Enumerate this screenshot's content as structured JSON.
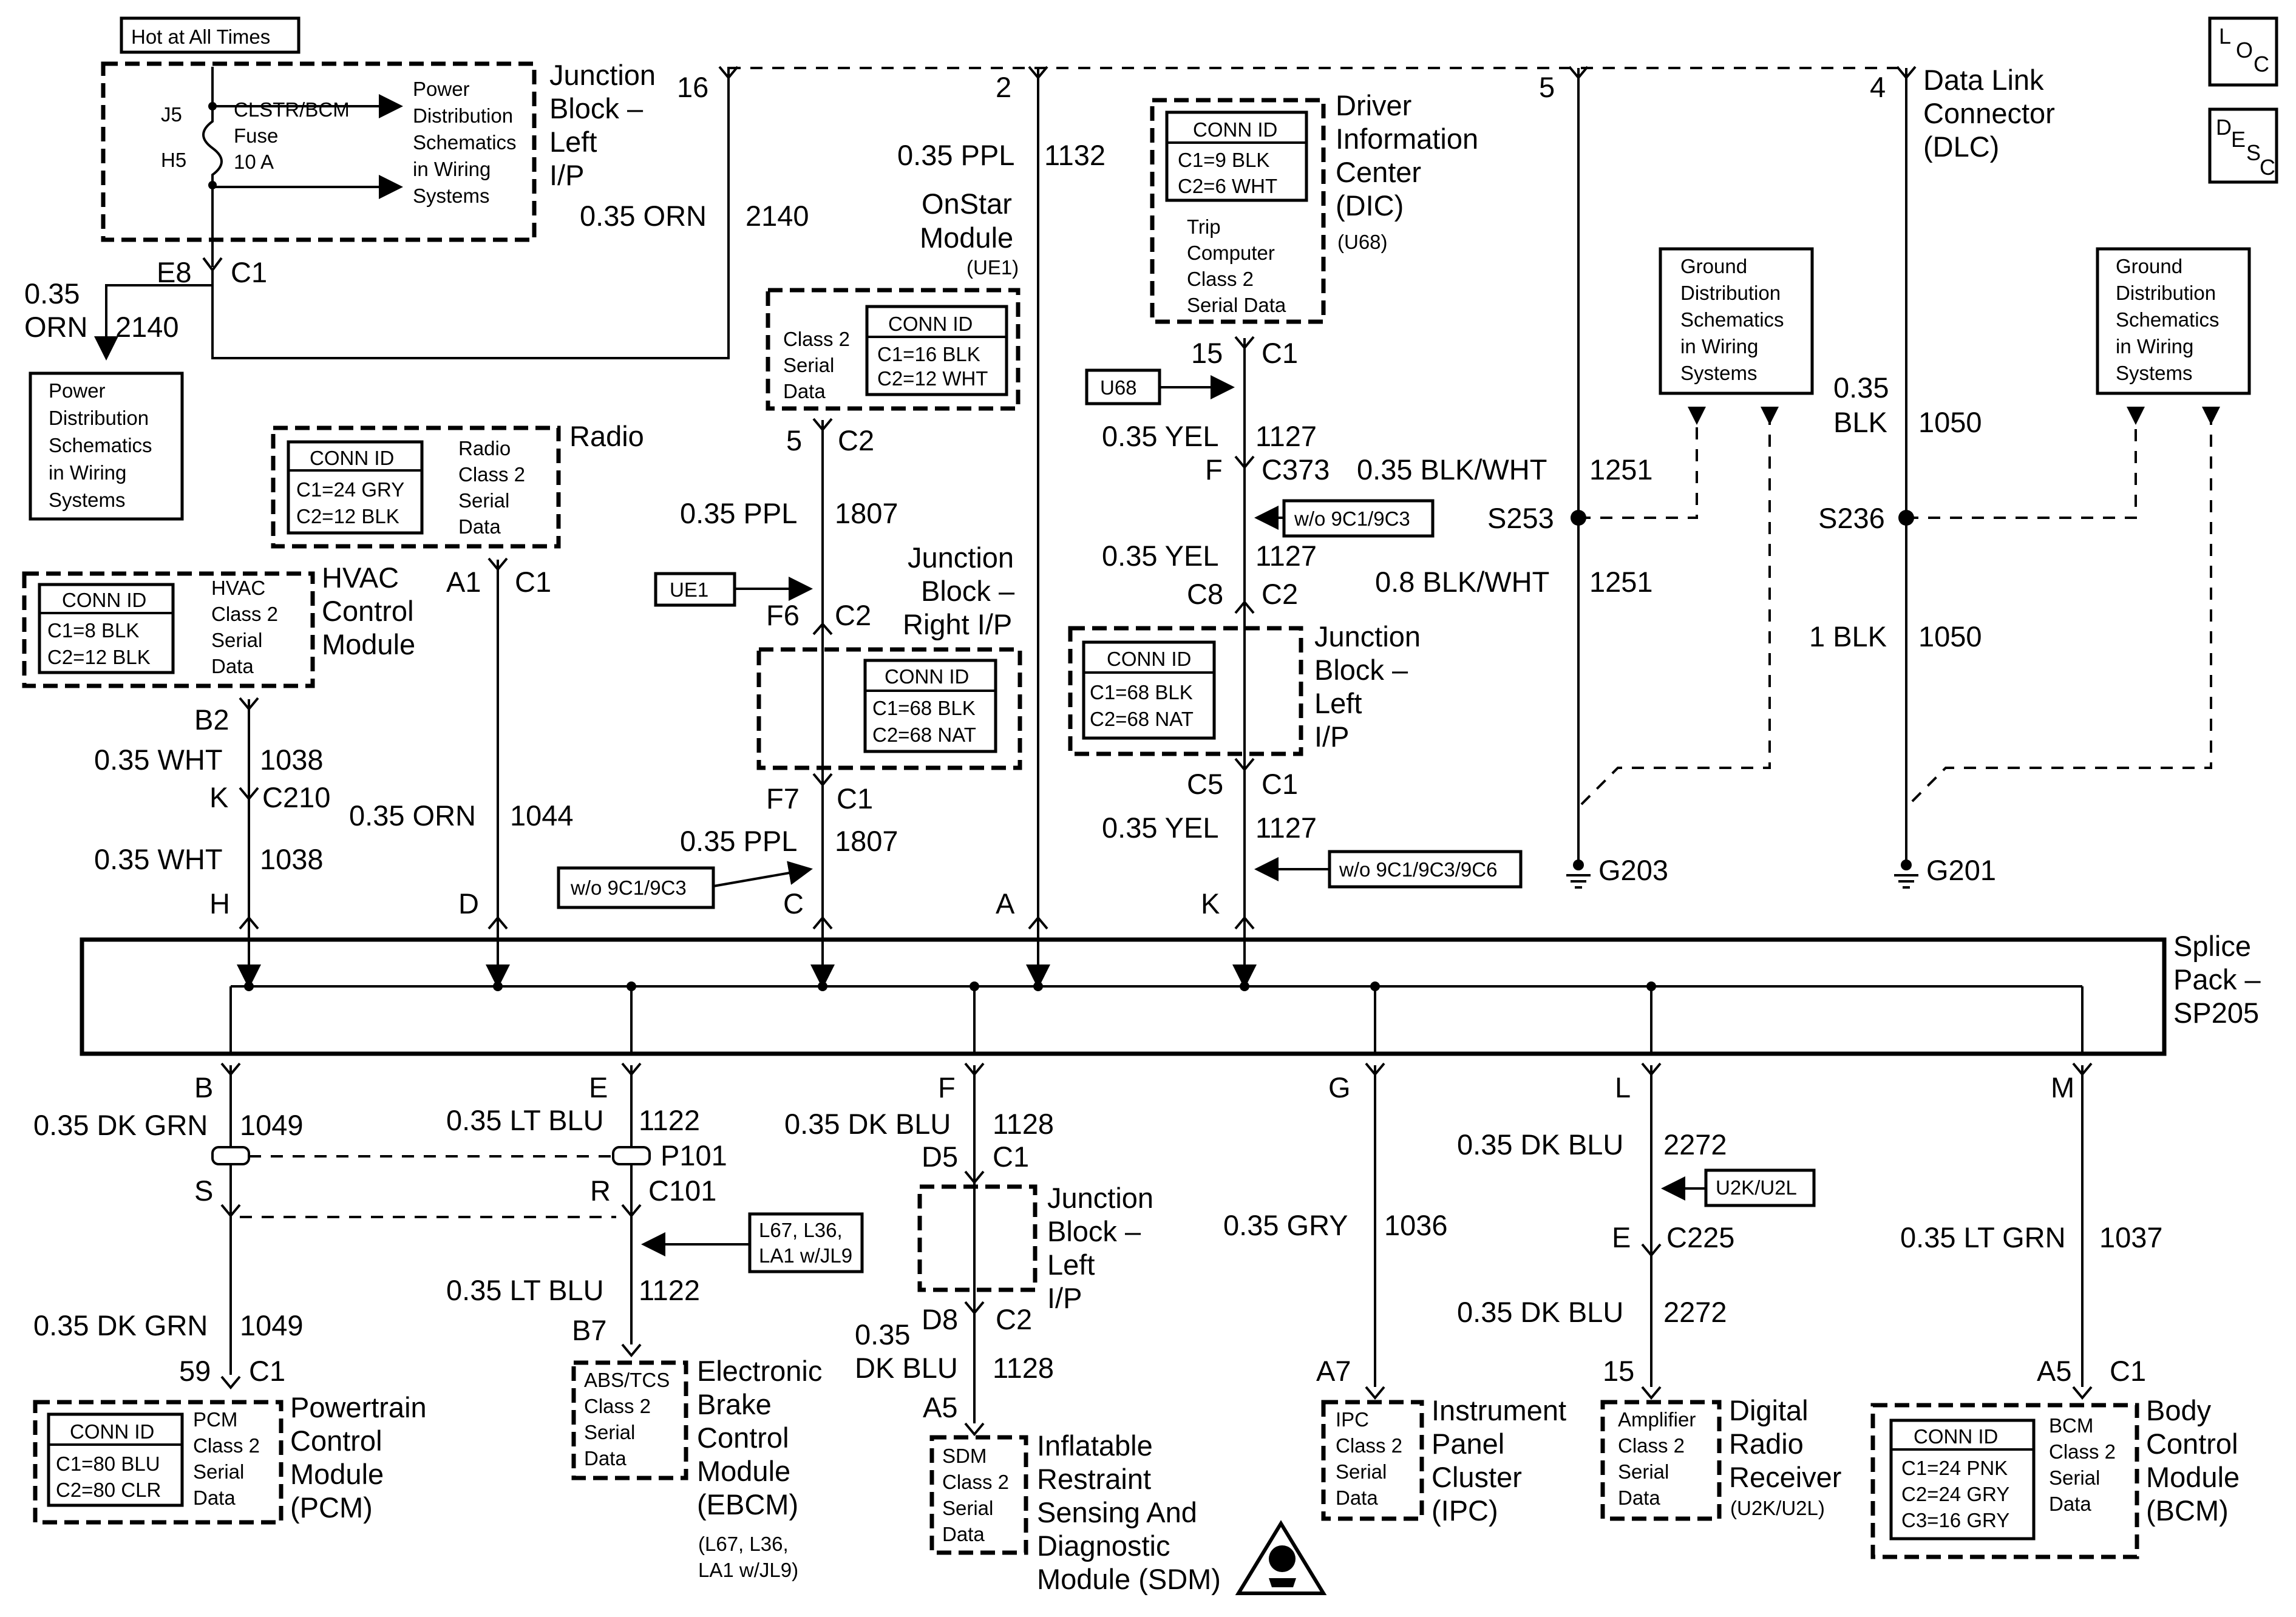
{
  "hot_at_all_times": "Hot at All Times",
  "fuse": {
    "j5": "J5",
    "h5": "H5",
    "name": "CLSTR/BCM",
    "word": "Fuse",
    "rating": "10 A",
    "pd1": [
      "Power",
      "Distribution",
      "Schematics",
      "in Wiring",
      "Systems"
    ]
  },
  "jb_left_top": {
    "title": [
      "Junction",
      "Block –",
      "Left",
      "I/P"
    ],
    "pin16": "16",
    "wire_size": "0.35 ORN",
    "circuit": "2140",
    "e8": "E8",
    "c1": "C1",
    "left_size": [
      "0.35",
      "ORN"
    ],
    "left_circuit": "2140",
    "pd2": [
      "Power",
      "Distribution",
      "Schematics",
      "in Wiring",
      "Systems"
    ]
  },
  "onstar": {
    "pin2": "2",
    "wire": "0.35 PPL",
    "circuit": "1132",
    "title": [
      "OnStar",
      "Module"
    ],
    "option": "(UE1)",
    "serial": [
      "Class 2",
      "Serial",
      "Data"
    ],
    "conn": [
      "CONN ID",
      "C1=16 BLK",
      "C2=12 WHT"
    ],
    "pin5": "5",
    "c2": "C2"
  },
  "dic": {
    "title": [
      "Driver",
      "Information",
      "Center",
      "(DIC)"
    ],
    "option": "(U68)",
    "conn": [
      "CONN ID",
      "C1=9 BLK",
      "C2=6 WHT"
    ],
    "serial": [
      "Trip",
      "Computer",
      "Class 2",
      "Serial Data"
    ],
    "pin15": "15",
    "c1": "C1",
    "u68": "U68",
    "wire1": "0.35 YEL",
    "circ1": "1127",
    "f": "F",
    "c373": "C373",
    "wo1": "w/o 9C1/9C3",
    "wire2": "0.35 YEL",
    "circ2": "1127",
    "c8": "C8",
    "c2": "C2"
  },
  "jb_left_mid": {
    "title": [
      "Junction",
      "Block –",
      "Left",
      "I/P"
    ],
    "conn": [
      "CONN ID",
      "C1=68 BLK",
      "C2=68 NAT"
    ],
    "c5": "C5",
    "c1": "C1",
    "wire": "0.35 YEL",
    "circuit": "1127",
    "wo": "w/o 9C1/9C3/9C6",
    "k": "K"
  },
  "dlc": {
    "pin4": "4",
    "title": [
      "Data Link",
      "Connector",
      "(DLC)"
    ],
    "pin5": "5"
  },
  "ground1": {
    "lines": [
      "Ground",
      "Distribution",
      "Schematics",
      "in Wiring",
      "Systems"
    ],
    "w1": "0.35 BLK/WHT",
    "c1": "1251",
    "splice": "S253",
    "w2": "0.8 BLK/WHT",
    "c2": "1251",
    "g": "G203"
  },
  "ground2": {
    "lines": [
      "Ground",
      "Distribution",
      "Schematics",
      "in Wiring",
      "Systems"
    ],
    "w1": [
      "0.35",
      "BLK"
    ],
    "c1": "1050",
    "splice": "S236",
    "w2": "1 BLK",
    "c2": "1050",
    "g": "G201"
  },
  "radio": {
    "title": "Radio",
    "conn": [
      "CONN ID",
      "C1=24 GRY",
      "C2=12 BLK"
    ],
    "serial": [
      "Radio",
      "Class 2",
      "Serial",
      "Data"
    ],
    "a1": "A1",
    "c1": "C1",
    "wire": "0.35 ORN",
    "circuit": "1044",
    "d": "D"
  },
  "hvac": {
    "title": [
      "HVAC",
      "Control",
      "Module"
    ],
    "conn": [
      "CONN ID",
      "C1=8 BLK",
      "C2=12 BLK"
    ],
    "serial": [
      "HVAC",
      "Class 2",
      "Serial",
      "Data"
    ],
    "b2": "B2",
    "w1": "0.35 WHT",
    "c1": "1038",
    "k": "K",
    "c210": "C210",
    "w2": "0.35 WHT",
    "c2": "1038",
    "h": "H"
  },
  "jb_right": {
    "wire": "0.35 PPL",
    "circuit": "1807",
    "title": [
      "Junction",
      "Block –",
      "Right I/P"
    ],
    "ue1": "UE1",
    "f6": "F6",
    "c2": "C2",
    "conn": [
      "CONN ID",
      "C1=68 BLK",
      "C2=68 NAT"
    ],
    "f7": "F7",
    "c1": "C1",
    "wire2": "0.35 PPL",
    "circuit2": "1807",
    "wo": "w/o 9C1/9C3",
    "c": "C",
    "a": "A"
  },
  "splice_pack": {
    "title": [
      "Splice",
      "Pack –",
      "SP205"
    ]
  },
  "pcm": {
    "b": "B",
    "w1": "0.35 DK GRN",
    "c1": "1049",
    "s": "S",
    "w2": "0.35 DK GRN",
    "c2": "1049",
    "p59": "59",
    "conn_c1": "C1",
    "conn": [
      "CONN ID",
      "C1=80 BLU",
      "C2=80 CLR"
    ],
    "serial": [
      "PCM",
      "Class 2",
      "Serial",
      "Data"
    ],
    "title": [
      "Powertrain",
      "Control",
      "Module",
      "(PCM)"
    ]
  },
  "ebcm": {
    "e": "E",
    "w1": "0.35 LT BLU",
    "c1": "1122",
    "p101": "P101",
    "r": "R",
    "c101": "C101",
    "option": [
      "L67, L36,",
      "LA1 w/JL9"
    ],
    "w2": "0.35 LT BLU",
    "c2": "1122",
    "b7": "B7",
    "serial": [
      "ABS/TCS",
      "Class 2",
      "Serial",
      "Data"
    ],
    "title": [
      "Electronic",
      "Brake",
      "Control",
      "Module",
      "(EBCM)"
    ],
    "opt2": [
      "(L67, L36,",
      "LA1 w/JL9)"
    ]
  },
  "sdm": {
    "f": "F",
    "w1": "0.35 DK BLU",
    "c1": "1128",
    "d5": "D5",
    "conn_c1": "C1",
    "jb": [
      "Junction",
      "Block –",
      "Left",
      "I/P"
    ],
    "d8": "D8",
    "conn_c2": "C2",
    "w2": [
      "0.35",
      "DK BLU"
    ],
    "c2": "1128",
    "a5": "A5",
    "serial": [
      "SDM",
      "Class 2",
      "Serial",
      "Data"
    ],
    "title": [
      "Inflatable",
      "Restraint",
      "Sensing And",
      "Diagnostic",
      "Module (SDM)"
    ]
  },
  "ipc": {
    "g": "G",
    "wire": "0.35 GRY",
    "circuit": "1036",
    "a7": "A7",
    "serial": [
      "IPC",
      "Class 2",
      "Serial",
      "Data"
    ],
    "title": [
      "Instrument",
      "Panel",
      "Cluster",
      "(IPC)"
    ]
  },
  "drr": {
    "l": "L",
    "w1": "0.35 DK BLU",
    "c1": "2272",
    "option": "U2K/U2L",
    "e": "E",
    "c225": "C225",
    "w2": "0.35 DK BLU",
    "c2": "2272",
    "p15": "15",
    "serial": [
      "Amplifier",
      "Class 2",
      "Serial",
      "Data"
    ],
    "title": [
      "Digital",
      "Radio",
      "Receiver"
    ],
    "opt2": "(U2K/U2L)"
  },
  "bcm": {
    "m": "M",
    "wire": "0.35 LT GRN",
    "circuit": "1037",
    "a5": "A5",
    "conn_c1": "C1",
    "conn": [
      "CONN ID",
      "C1=24 PNK",
      "C2=24 GRY",
      "C3=16 GRY"
    ],
    "serial": [
      "BCM",
      "Class 2",
      "Serial",
      "Data"
    ],
    "title": [
      "Body",
      "Control",
      "Module",
      "(BCM)"
    ]
  },
  "icons": [
    "loc-icon",
    "desc-icon",
    "airbag-warning-icon"
  ]
}
